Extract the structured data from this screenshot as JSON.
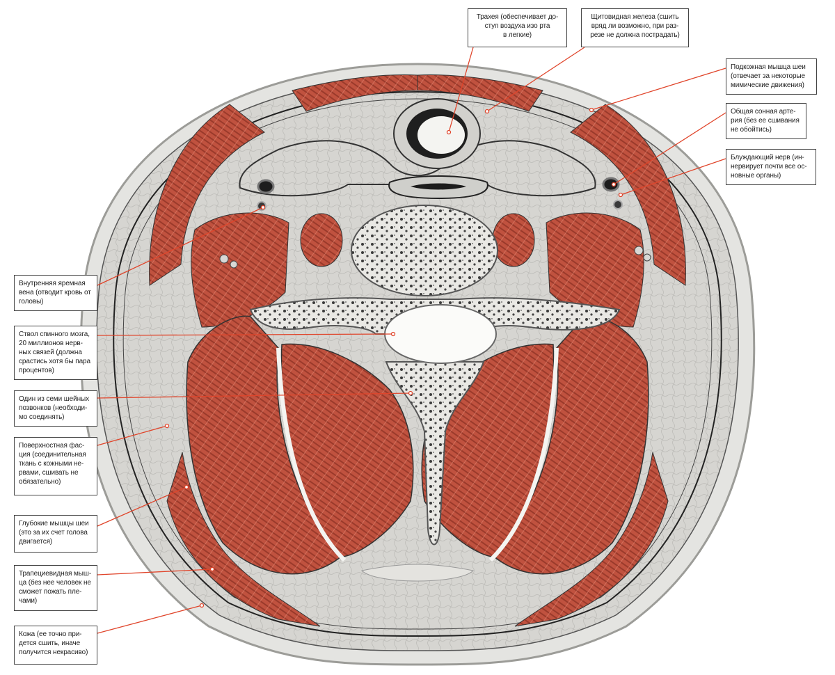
{
  "callouts": {
    "trachea": "Трахея (обеспечивает до-\nступ воздуха изо рта\nв легкие)",
    "thyroid": "Щитовидная железа (сшить\nвряд ли возможно, при раз-\nрезе не должна пострадать)",
    "platysma": "Подкожная мышца шеи\n(отвечает за некоторые\nмимические движения)",
    "carotid": "Общая сонная арте-\nрия (без ее сшивания\nне обойтись)",
    "vagus": "Блуждающий нерв (ин-\nнервирует почти все ос-\nновные органы)",
    "jugular": "Внутренняя яремная\nвена (отводит кровь от\nголовы)",
    "spinal_cord": "Ствол спинного мозга,\n20 миллионов нерв-\nных связей (должна\nсрастись хотя бы пара\nпроцентов)",
    "vertebra": "Один из семи шейных\nпозвонков (необходи-\nмо соединять)",
    "fascia": "Поверхностная фас-\nция (соединительная\nткань с кожными не-\nрвами, сшивать не\nобязательно)",
    "deep_muscles": "Глубокие мышцы шеи\n(это за их счет голова\nдвигается)",
    "trapezius": "Трапециевидная мыш-\nца (без нее человек не\nсможет пожать пле-\nчами)",
    "skin": "Кожа (ее точно при-\nдется сшить, иначе\nполучится некрасиво)"
  },
  "colors": {
    "muscle": "#c0523f",
    "muscle_dark": "#8e3527",
    "tissue": "#d9d8d4",
    "skin": "#e6e6e3",
    "bone": "#efeeea",
    "pointer": "#e0452b",
    "outline": "#333333"
  }
}
